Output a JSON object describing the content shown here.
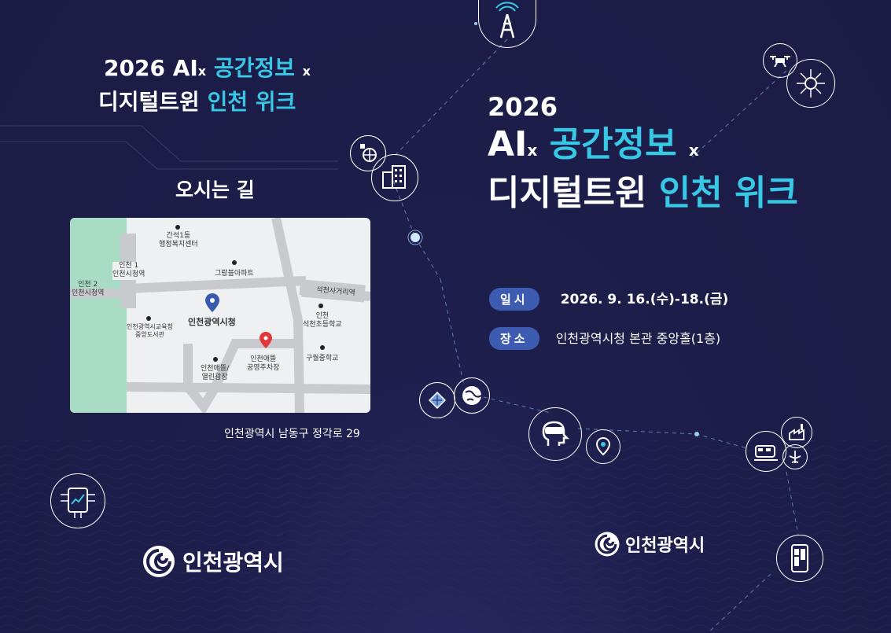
{
  "left_title": {
    "year": "2026",
    "ai": "AI",
    "x1": "x",
    "geo": "공간정보",
    "x2": "x",
    "line2_white": "디지털트윈",
    "line2_cyan": "인천 위크"
  },
  "directions": {
    "heading": "오시는 길",
    "address": "인천광역시 남동구 정각로 29"
  },
  "map": {
    "labels": {
      "ganseok": "간석1동\n행정복지센터",
      "line1": "인천 1\n인천시청역",
      "line2": "인천 2\n인천시청역",
      "apt": "그랑블아파트",
      "seokcheon": "석천사거리역",
      "cityhall": "인천광역시청",
      "library": "인천광역시교육청\n중앙도서관",
      "school1": "인천\n석천초등학교",
      "plaza": "인천애뜰/\n열린광장",
      "parking": "인천애뜰\n공영주차장",
      "school2": "구월중학교"
    },
    "colors": {
      "park": "#a8dcc5",
      "road": "#c8cacd",
      "pin_blue": "#3a5ab0",
      "pin_red": "#e2373a"
    }
  },
  "right_title": {
    "year": "2026",
    "ai": "AI",
    "x1": "x",
    "geo": "공간정보",
    "x2": "x",
    "line3_white": "디지털트윈",
    "line3_cyan": "인천 위크"
  },
  "info": {
    "date_label": "일시",
    "date_value": "2026. 9. 16.(수)-18.(금)",
    "place_label": "장소",
    "place_value": "인천광역시청 본관 중앙홀(1층)"
  },
  "logo": {
    "text": "인천광역시"
  },
  "colors": {
    "background": "#1e1e4c",
    "accent_cyan": "#37c8e6",
    "badge_blue": "#3d5bb0"
  },
  "icons": [
    "antenna-icon",
    "drone-icon",
    "chip-icon",
    "globe-grid-icon",
    "building-icon",
    "satellite-map-icon",
    "earth-icon",
    "vr-head-icon",
    "location-pin-icon",
    "train-city-icon",
    "factory-icon",
    "airplane-icon",
    "phone-icon",
    "tablet-chart-icon"
  ]
}
